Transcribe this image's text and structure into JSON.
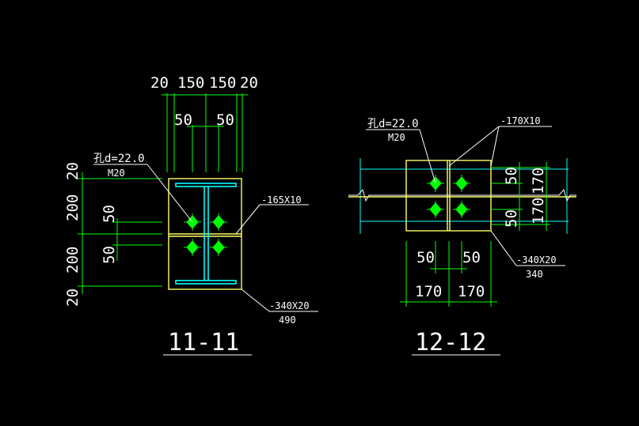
{
  "colors": {
    "background": "#000000",
    "dimension_line": "#00ff00",
    "plate": "#ffff66",
    "beam": "#00ffff",
    "bolt": "#00ff00",
    "text": "#ffffff"
  },
  "section_11": {
    "title": "11-11",
    "top_dims": [
      "20",
      "150",
      "150",
      "20"
    ],
    "inner_dims": [
      "50",
      "50"
    ],
    "left_dims": [
      "20",
      "200",
      "200",
      "20"
    ],
    "left_inner_dims": [
      "50",
      "50"
    ],
    "hole_note": "孔d=22.0",
    "bolt_note": "M20",
    "plate_note": "-165X10",
    "end_plate_note": "-340X20",
    "end_plate_length": "490"
  },
  "section_12": {
    "title": "12-12",
    "hole_note": "孔d=22.0",
    "bolt_note": "M20",
    "plate_note": "-170X10",
    "right_dims": [
      "50",
      "170",
      "170",
      "50"
    ],
    "bottom_inner_dims": [
      "50",
      "50"
    ],
    "bottom_dims": [
      "170",
      "170"
    ],
    "end_plate_note": "-340X20",
    "end_plate_length": "340"
  }
}
